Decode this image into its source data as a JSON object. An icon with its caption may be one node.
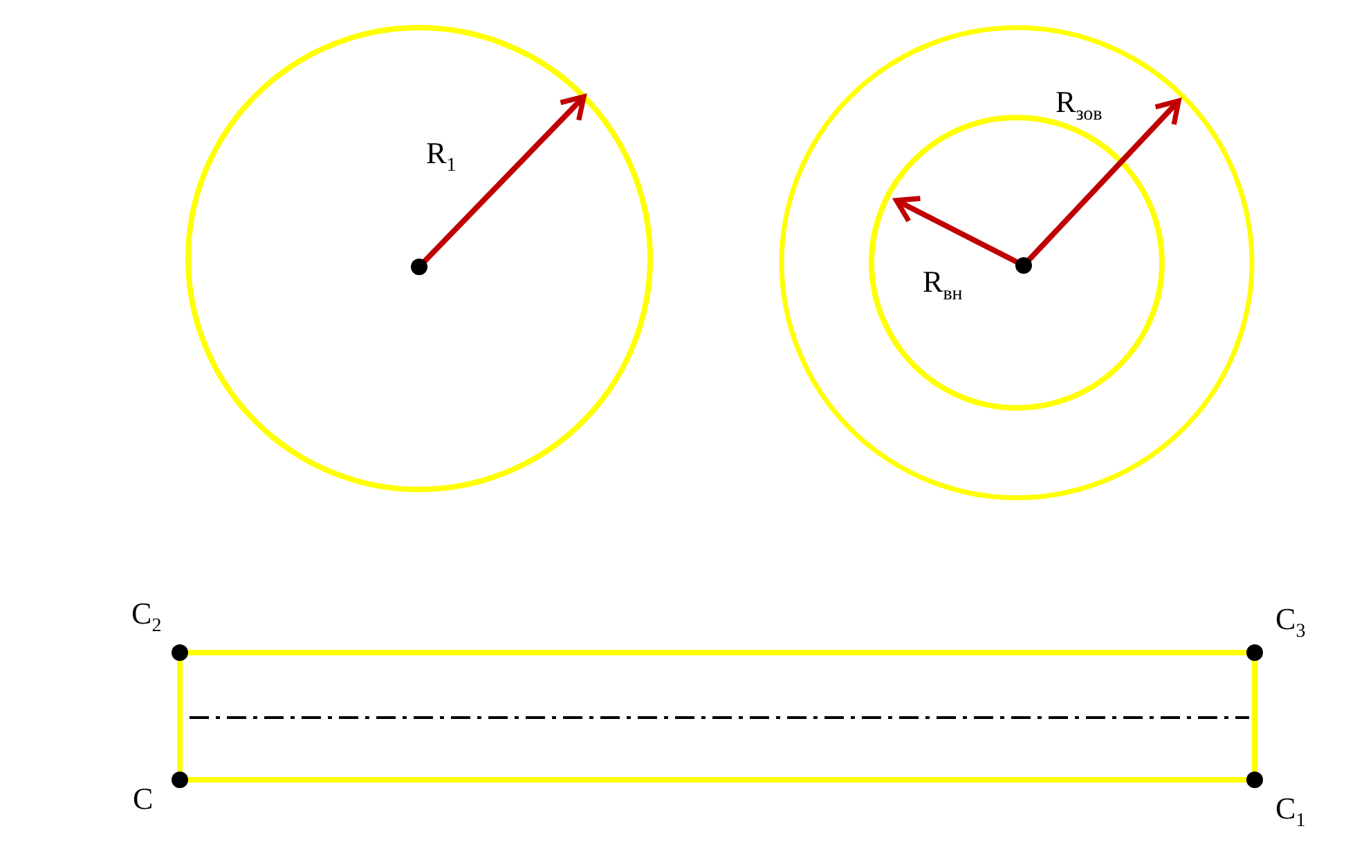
{
  "diagram": {
    "labels": [
      "R$_{1}$",
      "R$_{зов}$",
      "R$_{вн}$",
      "C$_{2}$",
      "C$_{3}$",
      "C",
      "C$_{1}$"
    ]
  }
}
